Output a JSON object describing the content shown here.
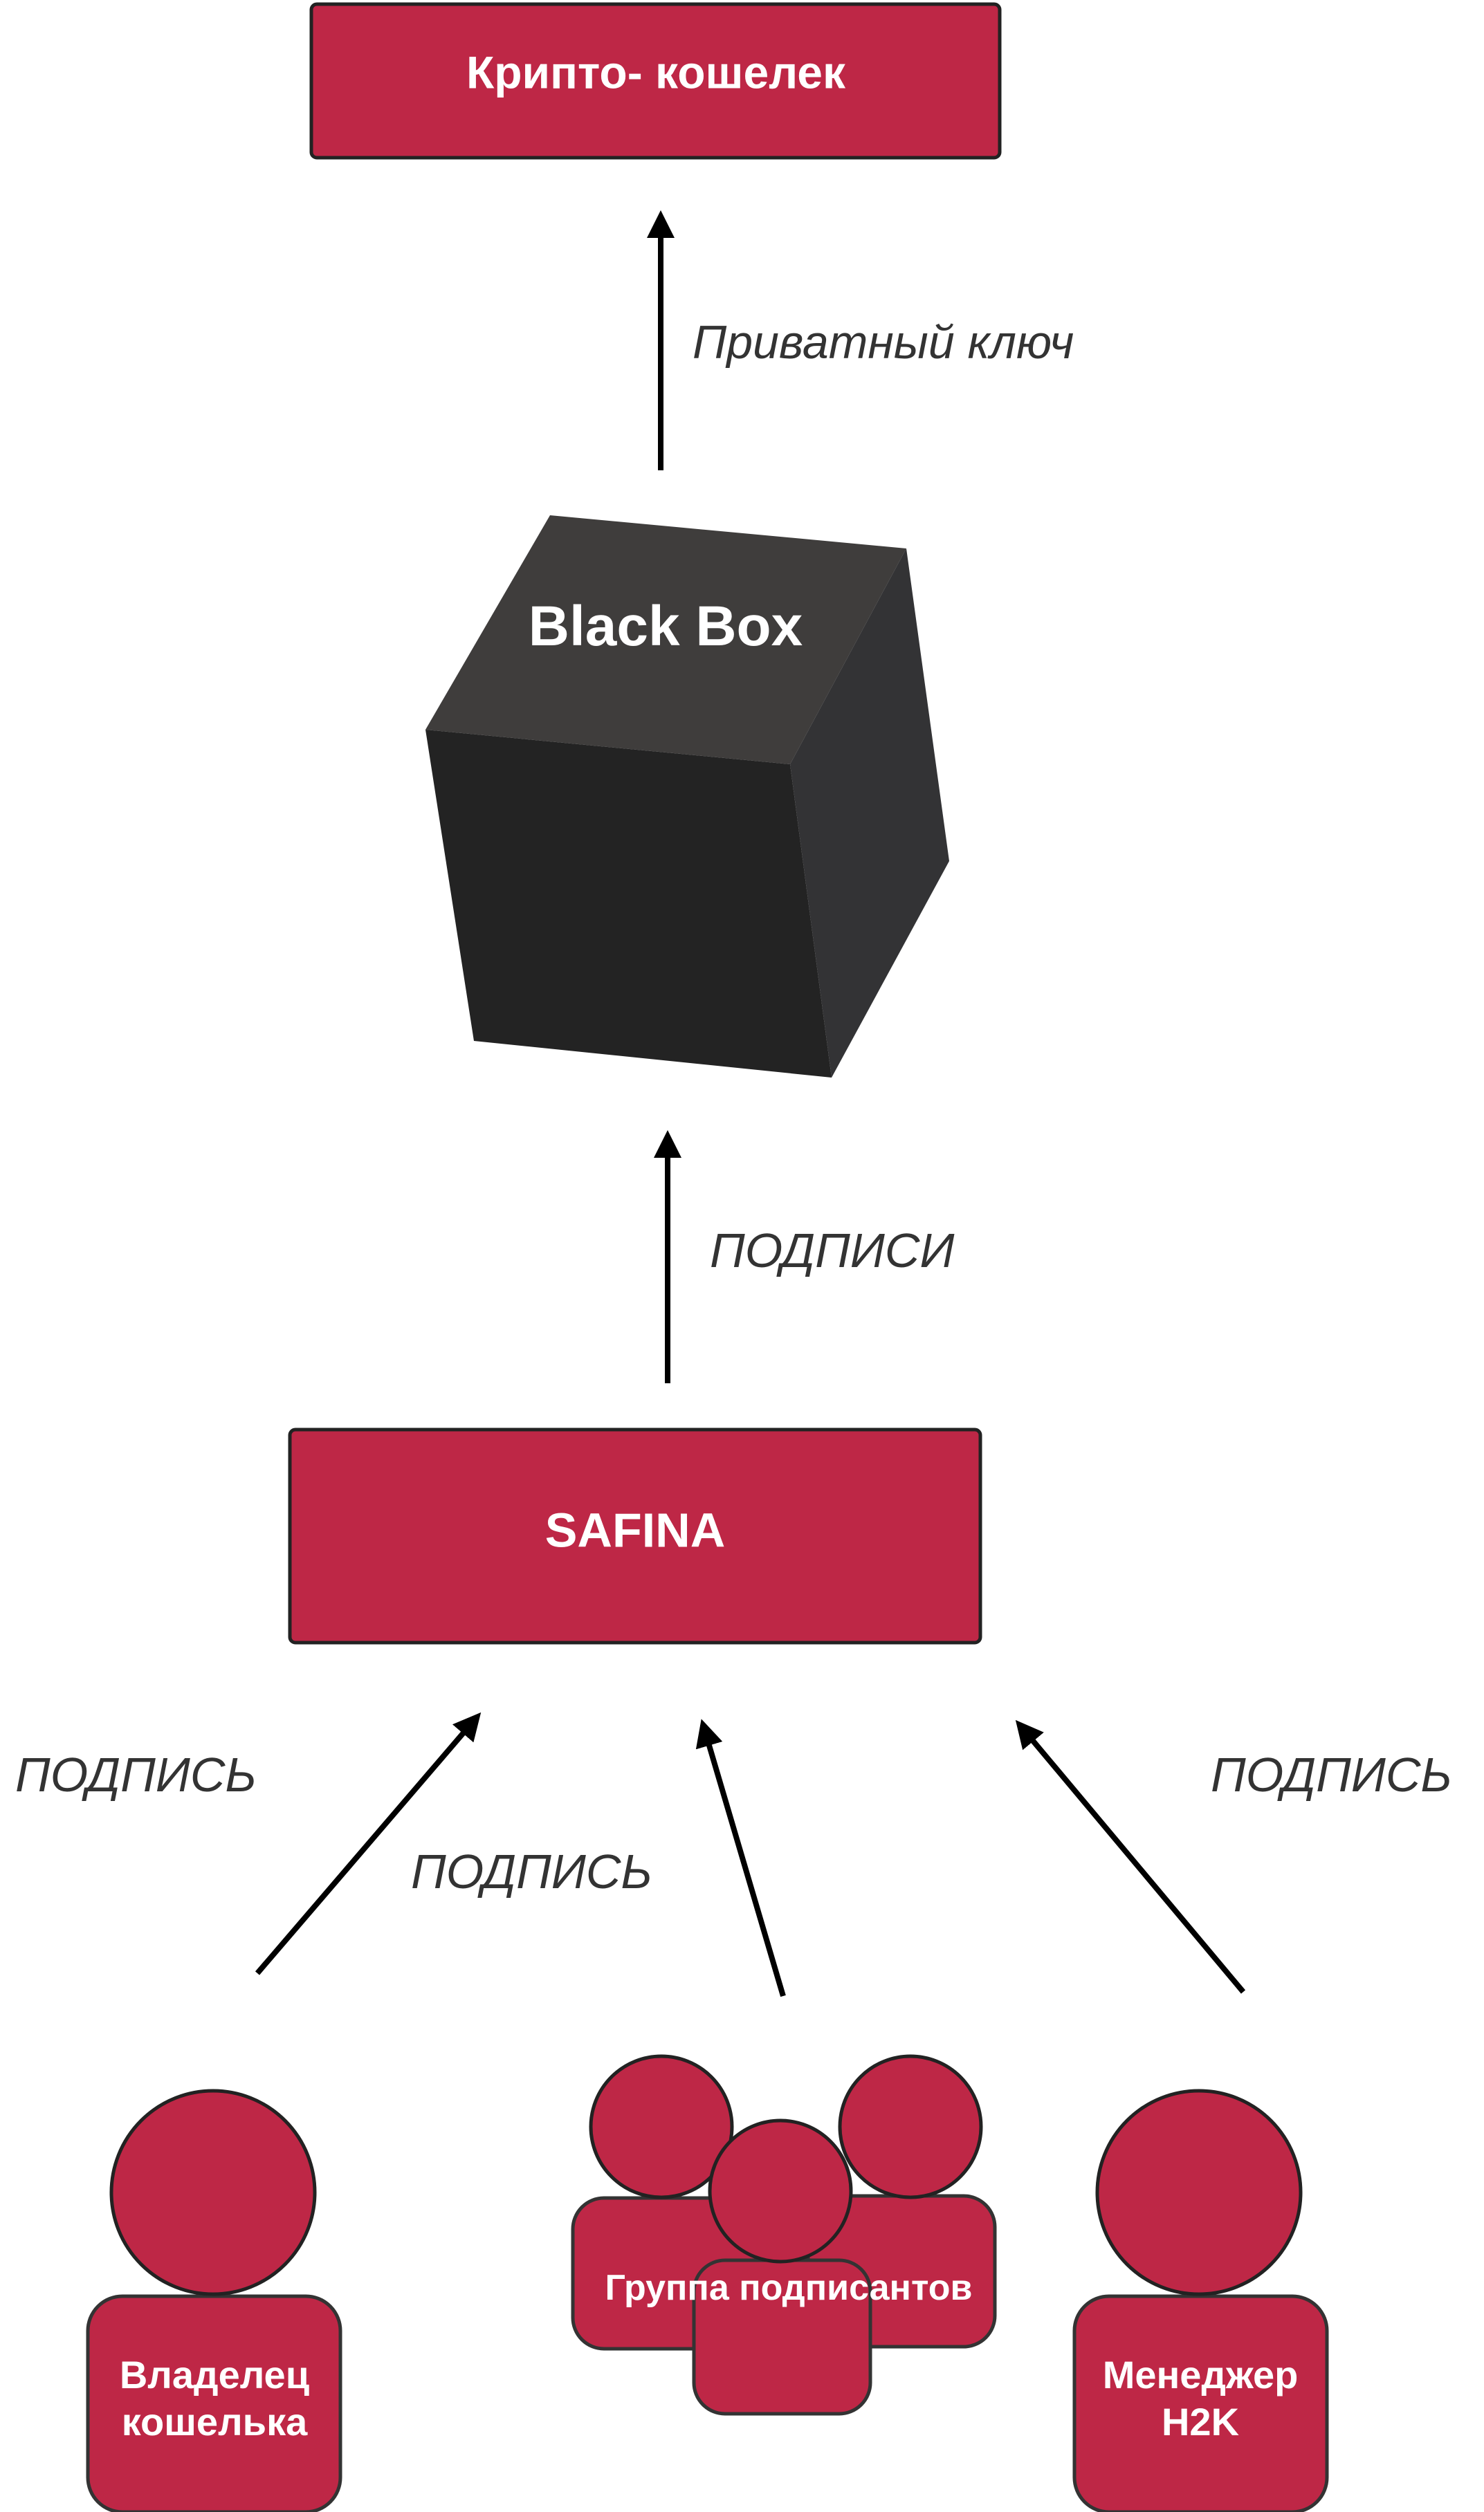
{
  "colors": {
    "node_fill": "#BE2746",
    "node_stroke": "#222222",
    "cube_front": "#232323",
    "cube_top": "#3F3D3C",
    "cube_side": "#333335",
    "arrow": "#000000",
    "label_text": "#333333"
  },
  "nodes": {
    "wallet": {
      "label": "Крипто- кошелек"
    },
    "black_box": {
      "label": "Black Box"
    },
    "safina": {
      "label": "SAFINA"
    },
    "owner": {
      "label_line1": "Владелец",
      "label_line2": "кошелька"
    },
    "group": {
      "label": "Группа подписантов"
    },
    "manager": {
      "label_line1": "Менеджер",
      "label_line2": "H2K"
    }
  },
  "edges": {
    "private_key": "Приватный ключ",
    "signatures": "ПОДПИСИ",
    "owner_signature": "ПОДПИСЬ",
    "group_signature": "ПОДПИСЬ",
    "manager_signature": "ПОДПИСЬ"
  }
}
